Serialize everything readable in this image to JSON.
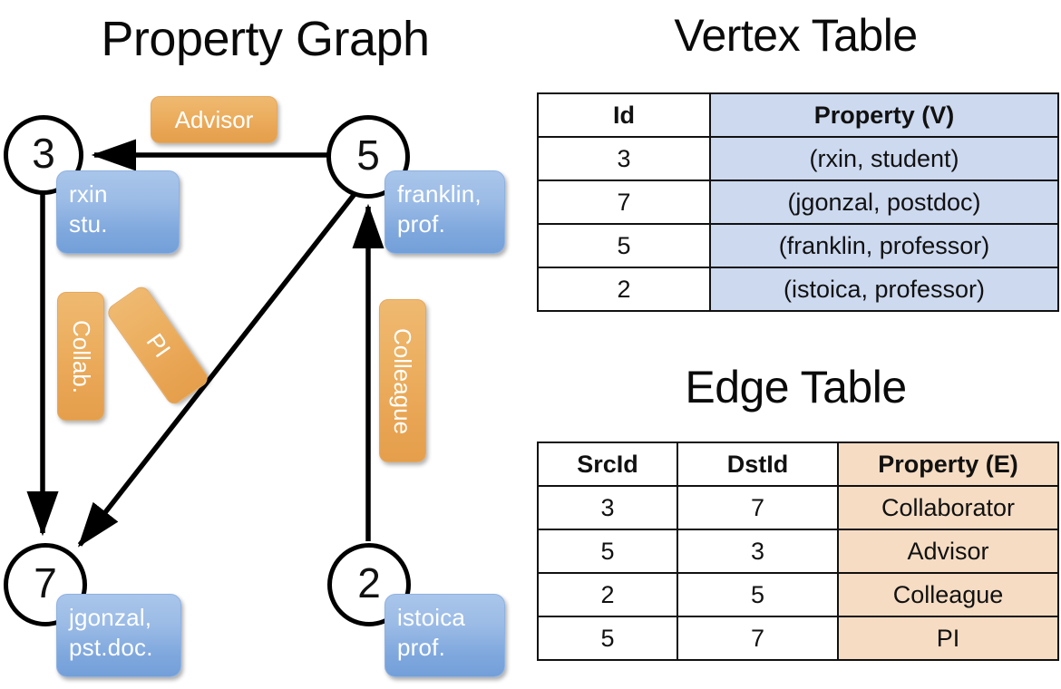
{
  "graph": {
    "title": "Property Graph",
    "vertices": [
      {
        "id": "3",
        "box": "rxin\nstu."
      },
      {
        "id": "5",
        "box": "franklin,\nprof."
      },
      {
        "id": "7",
        "box": "jgonzal,\npst.doc."
      },
      {
        "id": "2",
        "box": "istoica\nprof."
      }
    ],
    "vertex_labels": {
      "v3": "3",
      "v5": "5",
      "v7": "7",
      "v2": "2"
    },
    "box_labels": {
      "rxin_l1": "rxin",
      "rxin_l2": "stu.",
      "franklin_l1": "franklin,",
      "franklin_l2": "prof.",
      "jgonzal_l1": "jgonzal,",
      "jgonzal_l2": "pst.doc.",
      "istoica_l1": "istoica",
      "istoica_l2": "prof."
    },
    "edge_labels": {
      "advisor": "Advisor",
      "collab": "Collab.",
      "pi": "PI",
      "colleague": "Colleague"
    },
    "colors": {
      "vertex_fill": "#ffffff",
      "vertex_stroke": "#000000",
      "property_box": "#8cb2e3",
      "edge_label_box": "#e9a85a",
      "edge_stroke": "#000000"
    }
  },
  "vertex_table": {
    "title": "Vertex Table",
    "headers": [
      "Id",
      "Property (V)"
    ],
    "rows": [
      {
        "id": "3",
        "property": "(rxin, student)"
      },
      {
        "id": "7",
        "property": "(jgonzal, postdoc)"
      },
      {
        "id": "5",
        "property": "(franklin, professor)"
      },
      {
        "id": "2",
        "property": "(istoica, professor)"
      }
    ],
    "accent": "#ccd9ef"
  },
  "edge_table": {
    "title": "Edge Table",
    "headers": [
      "SrcId",
      "DstId",
      "Property (E)"
    ],
    "rows": [
      {
        "src": "3",
        "dst": "7",
        "property": "Collaborator"
      },
      {
        "src": "5",
        "dst": "3",
        "property": "Advisor"
      },
      {
        "src": "2",
        "dst": "5",
        "property": "Colleague"
      },
      {
        "src": "5",
        "dst": "7",
        "property": "PI"
      }
    ],
    "accent": "#f5dcc3"
  }
}
